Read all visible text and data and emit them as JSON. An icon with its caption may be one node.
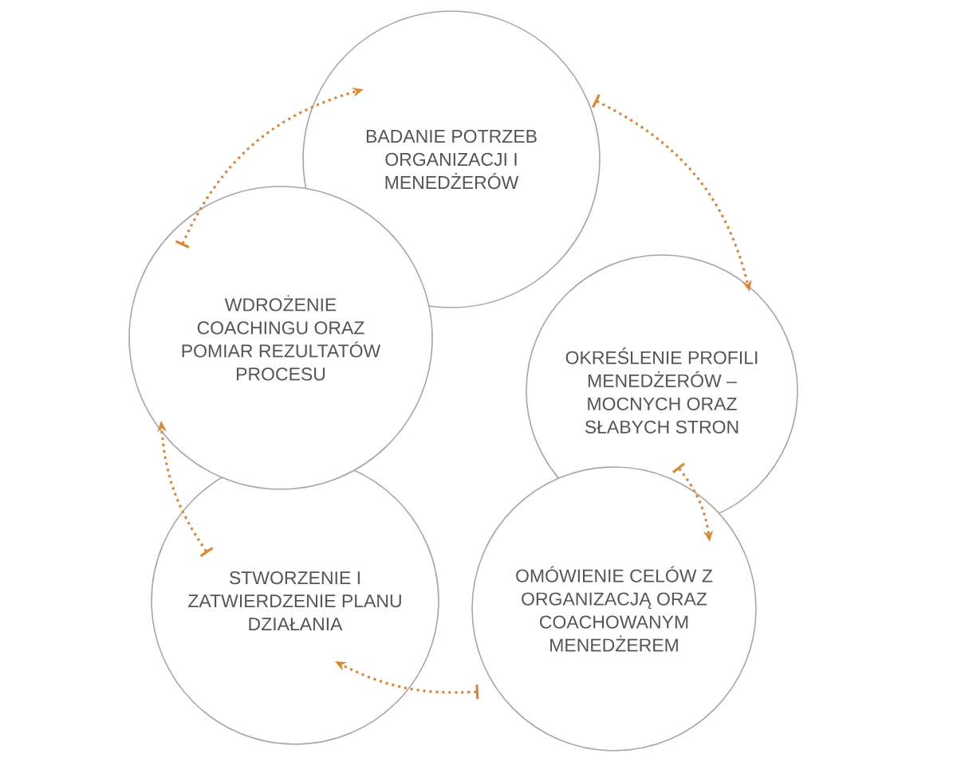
{
  "diagram": {
    "nodes": [
      {
        "text": [
          "BADANIE POTRZEB ORGANIZACJI I MENEDŻERÓW"
        ]
      },
      {
        "text": [
          "OKREŚLENIE PROFILI MENEDŻERÓW – MOCNYCH ORAZ SŁABYCH STRON"
        ]
      },
      {
        "text": [
          "OMÓWIENIE CELÓW Z ORGANIZACJĄ ORAZ COACHOWANYM MENEDŻEREM"
        ]
      },
      {
        "text": [
          "STWORZENIE I ZATWIERDZENIE PLANU DZIAŁANIA"
        ]
      },
      {
        "text": [
          "WDROŻENIE COACHINGU ORAZ POMIAR REZULTATÓW PROCESU"
        ]
      }
    ],
    "edges": [
      {
        "from": 0,
        "to": 1,
        "arrow": "to"
      },
      {
        "from": 1,
        "to": 2,
        "arrow": "to"
      },
      {
        "from": 2,
        "to": 3,
        "arrow": "to"
      },
      {
        "from": 3,
        "to": 4,
        "arrow": "to"
      },
      {
        "from": 4,
        "to": 0,
        "arrow": "to"
      }
    ]
  }
}
